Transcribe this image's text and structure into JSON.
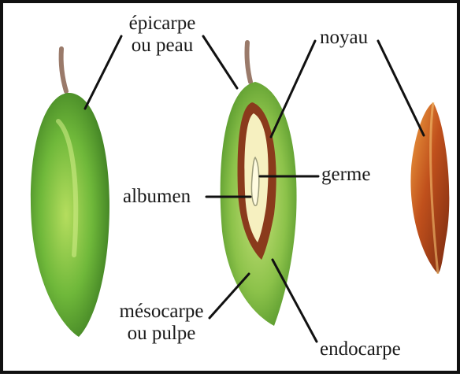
{
  "labels": {
    "epicarpe": [
      "épicarpe",
      "ou peau"
    ],
    "noyau": "noyau",
    "albumen": "albumen",
    "germe": "germe",
    "mesocarpe": [
      "mésocarpe",
      "ou pulpe"
    ],
    "endocarpe": "endocarpe"
  },
  "colors": {
    "outline": "#111111",
    "skin_green": "#6fb83a",
    "skin_dark": "#3d7d22",
    "pulp": "#b8d86a",
    "endocarp": "#8a3a1c",
    "albumen": "#f6f0c0",
    "pit": "#c0501c",
    "stem": "#9a7a6a",
    "leader_line": "#111111"
  }
}
